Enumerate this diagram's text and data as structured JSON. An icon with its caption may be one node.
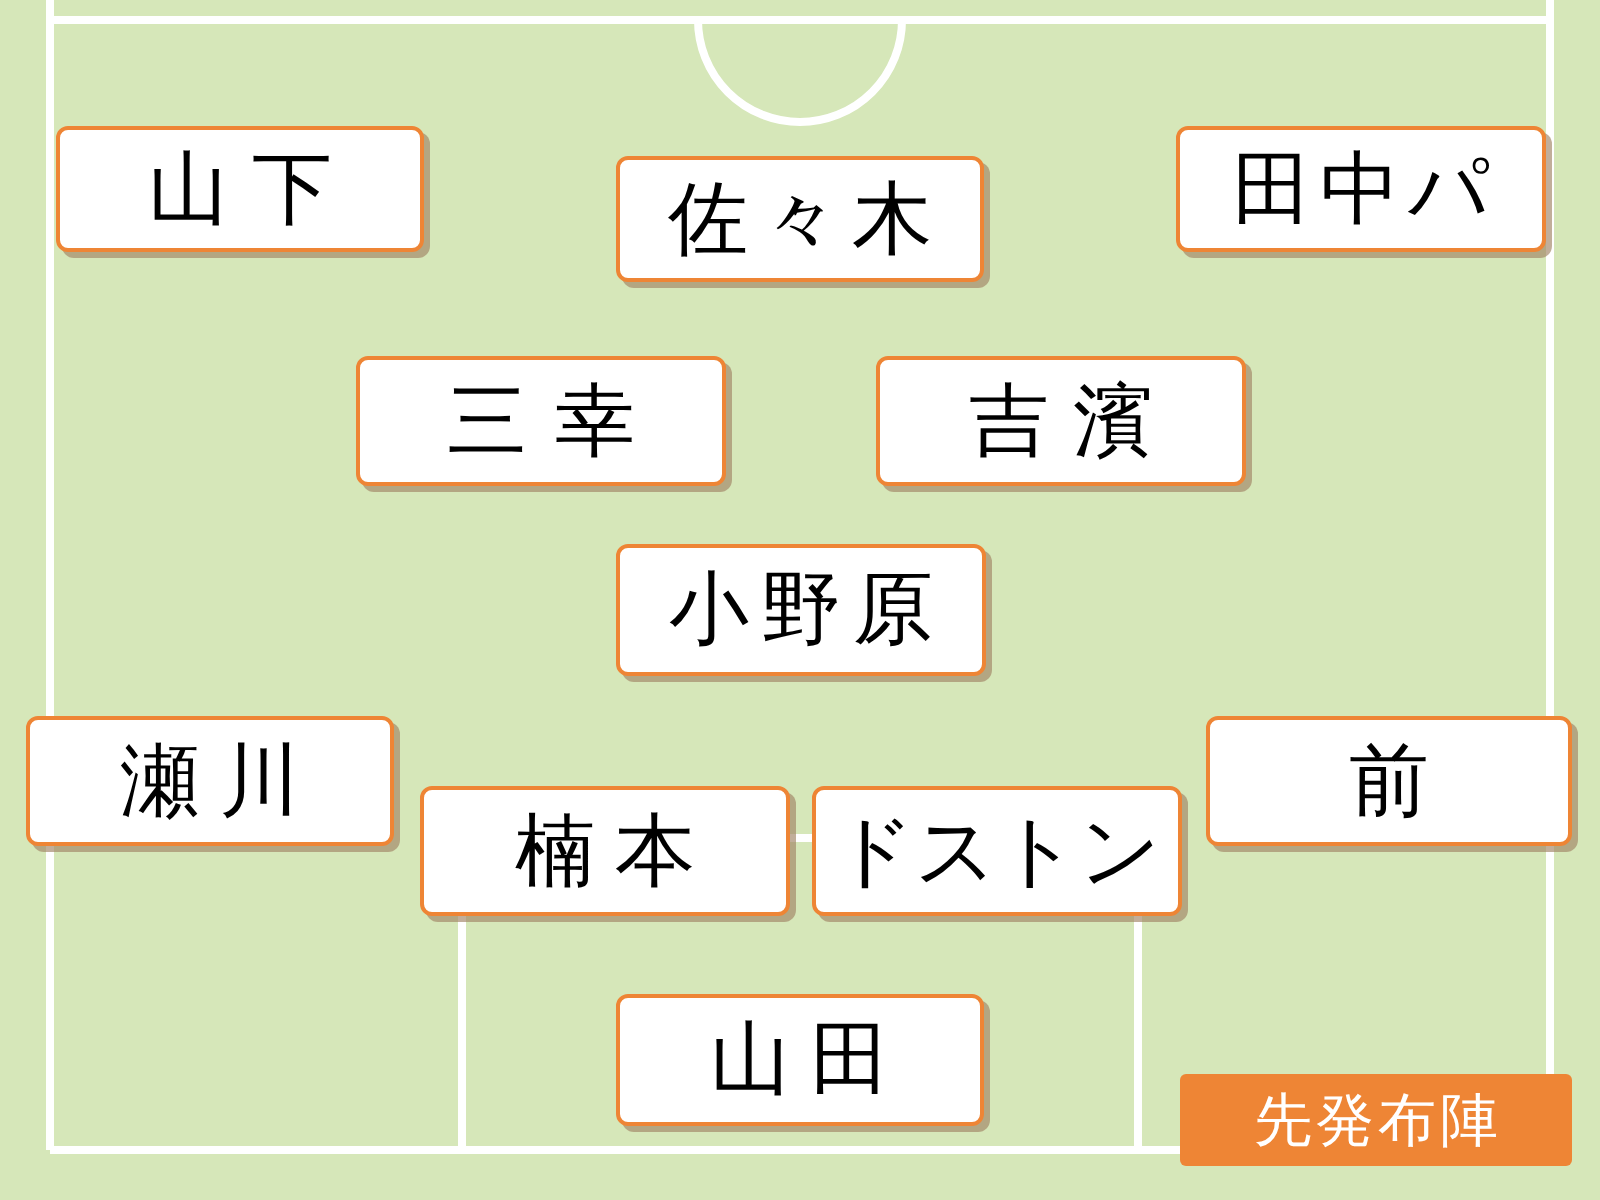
{
  "diagram": {
    "nodes": [
      {
        "text": [
          "山下"
        ]
      },
      {
        "text": [
          "佐々木"
        ]
      },
      {
        "text": [
          "田中パ"
        ]
      },
      {
        "text": [
          "三幸"
        ]
      },
      {
        "text": [
          "吉濱"
        ]
      },
      {
        "text": [
          "小野原"
        ]
      },
      {
        "text": [
          "瀬川"
        ]
      },
      {
        "text": [
          "楠本"
        ]
      },
      {
        "text": [
          "ドストン"
        ]
      },
      {
        "text": [
          "前"
        ]
      },
      {
        "text": [
          "山田"
        ]
      },
      {
        "text": [
          "先発布陣"
        ]
      }
    ]
  }
}
